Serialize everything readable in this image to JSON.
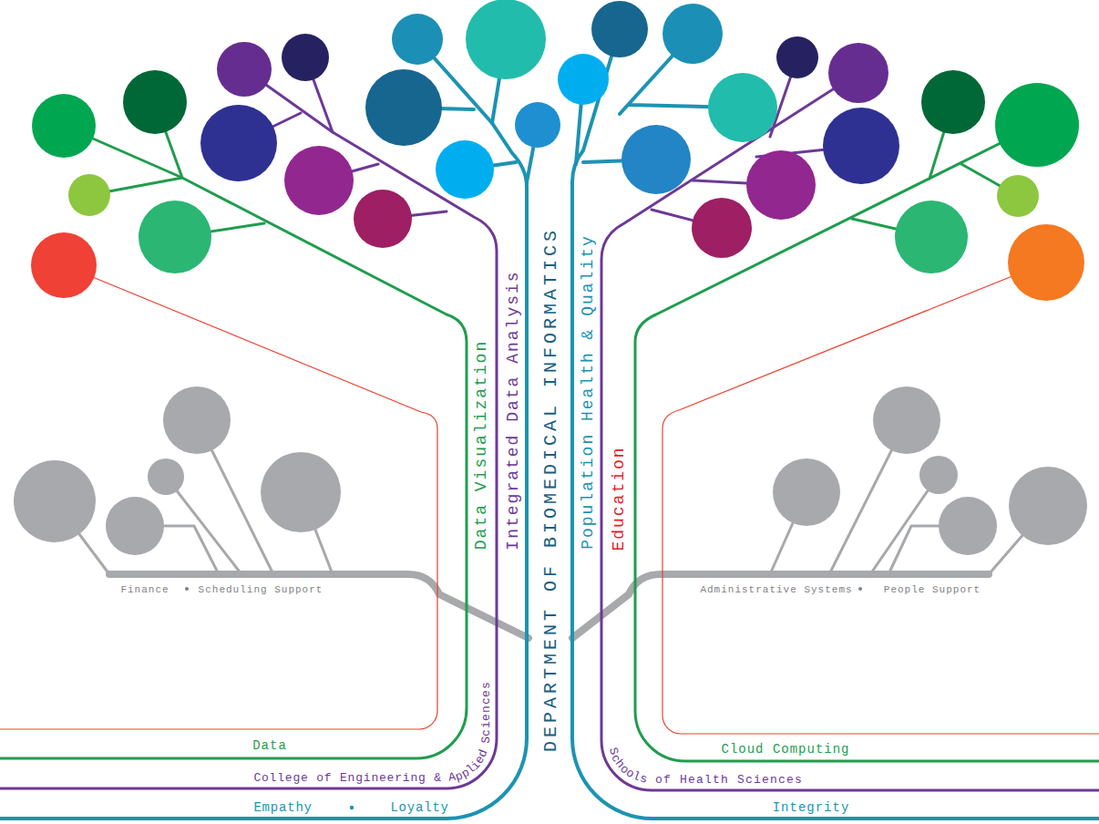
{
  "diagram": {
    "title": "DEPARTMENT OF BIOMEDICAL INFORMATICS",
    "labels": [
      "Data Visualization",
      "Integrated Data Analysis",
      "Population Health & Quality",
      "Education",
      "Finance",
      "Scheduling Support",
      "Administrative Systems",
      "People Support",
      "Data",
      "College of Engineering & Applied Sciences",
      "Empathy",
      "Loyalty",
      "Cloud Computing",
      "Schools of Health Sciences",
      "Integrity"
    ]
  }
}
